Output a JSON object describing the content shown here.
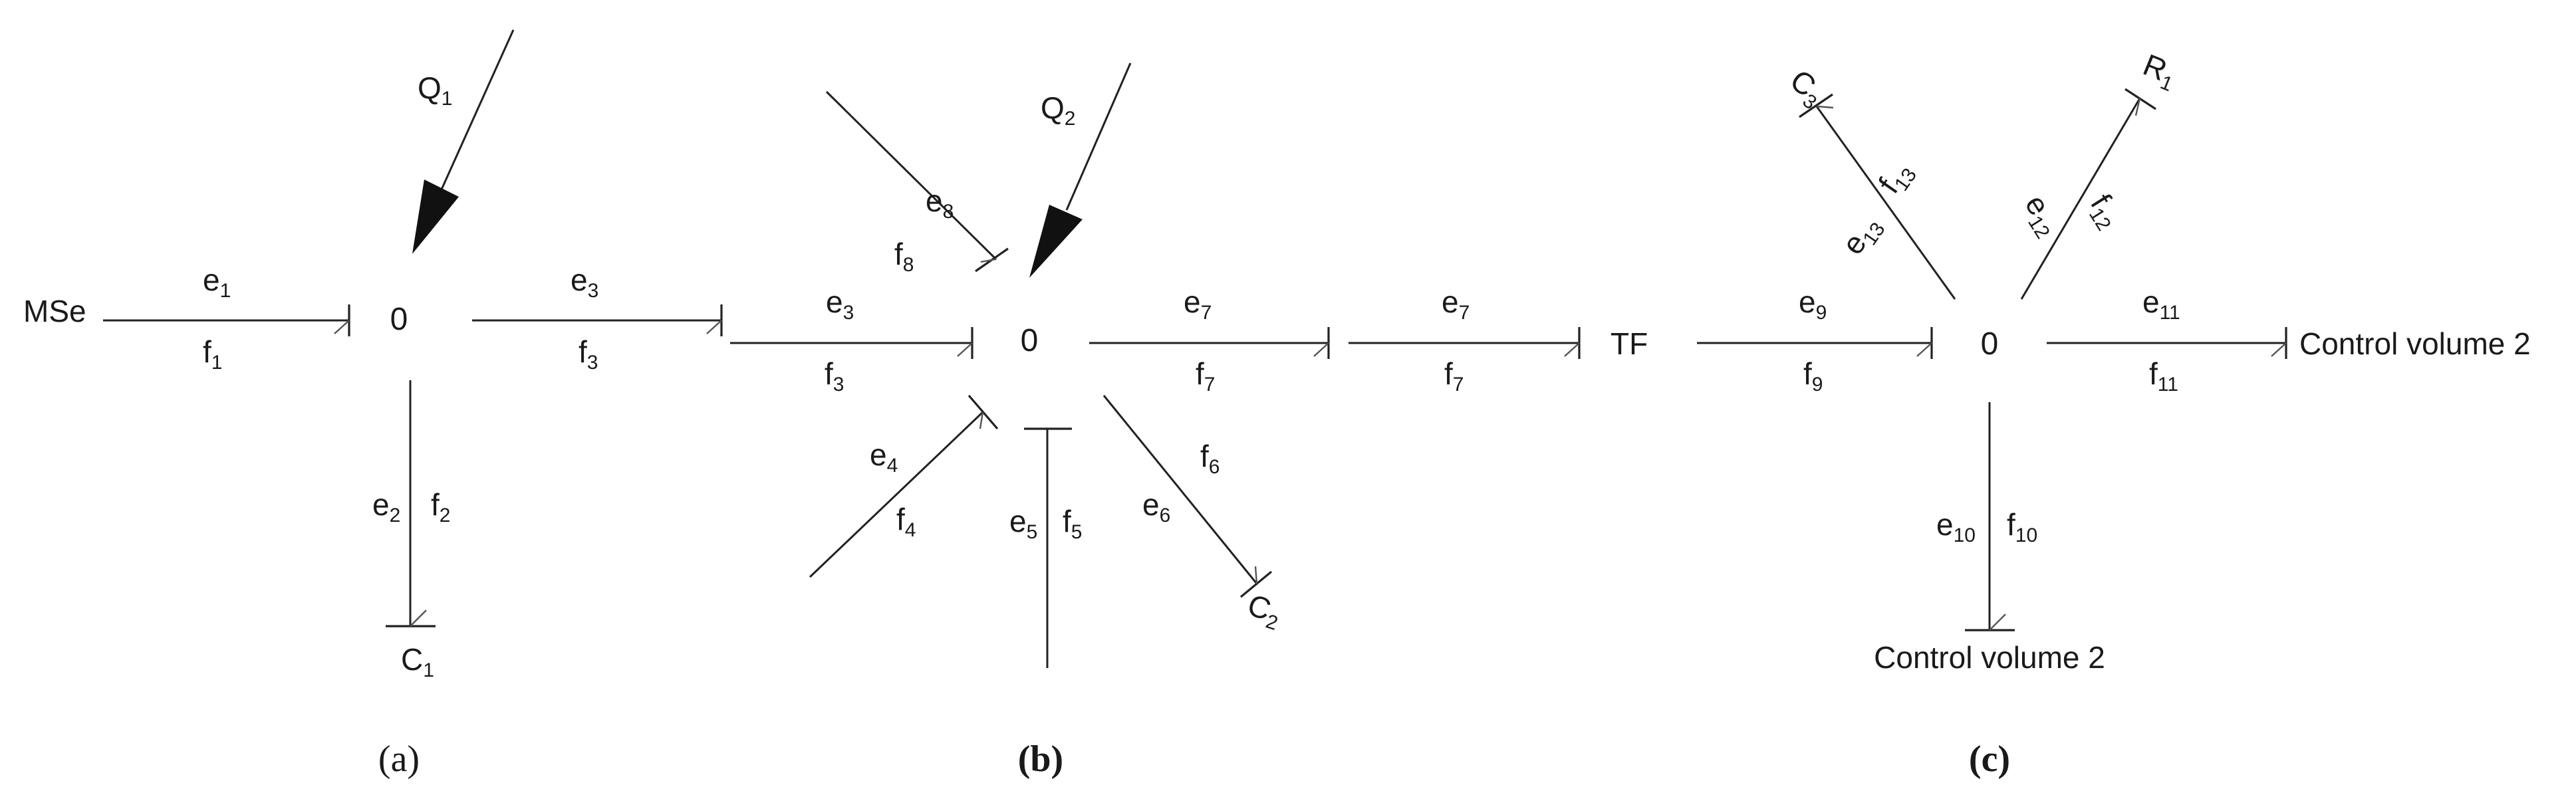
{
  "panel_a": {
    "caption": "(a)",
    "mse": "MSe",
    "junction": "0",
    "q1": "Q",
    "q1_sub": "1",
    "e1": "e",
    "e1_sub": "1",
    "f1": "f",
    "f1_sub": "1",
    "e3": "e",
    "e3_sub": "3",
    "f3": "f",
    "f3_sub": "3",
    "e2": "e",
    "e2_sub": "2",
    "f2": "f",
    "f2_sub": "2",
    "c1": "C",
    "c1_sub": "1"
  },
  "panel_b": {
    "caption": "(b)",
    "junction": "0",
    "q2": "Q",
    "q2_sub": "2",
    "e8": "e",
    "e8_sub": "8",
    "f8": "f",
    "f8_sub": "8",
    "e3": "e",
    "e3_sub": "3",
    "f3": "f",
    "f3_sub": "3",
    "e7": "e",
    "e7_sub": "7",
    "f7": "f",
    "f7_sub": "7",
    "e4": "e",
    "e4_sub": "4",
    "f4": "f",
    "f4_sub": "4",
    "e5": "e",
    "e5_sub": "5",
    "f5": "f",
    "f5_sub": "5",
    "e6": "e",
    "e6_sub": "6",
    "f6": "f",
    "f6_sub": "6",
    "c2": "C",
    "c2_sub": "2"
  },
  "panel_c": {
    "caption": "(c)",
    "e7": "e",
    "e7_sub": "7",
    "f7": "f",
    "f7_sub": "7",
    "tf": "TF",
    "e9": "e",
    "e9_sub": "9",
    "f9": "f",
    "f9_sub": "9",
    "junction": "0",
    "c3": "C",
    "c3_sub": "3",
    "r1": "R",
    "r1_sub": "1",
    "e13": "e",
    "e13_sub": "13",
    "f13": "f",
    "f13_sub": "13",
    "e12": "e",
    "e12_sub": "12",
    "f12": "f",
    "f12_sub": "12",
    "e11": "e",
    "e11_sub": "11",
    "f11": "f",
    "f11_sub": "11",
    "e10": "e",
    "e10_sub": "10",
    "f10": "f",
    "f10_sub": "10",
    "control_volume_right": "Control volume 2",
    "control_volume_bottom": "Control volume 2"
  }
}
